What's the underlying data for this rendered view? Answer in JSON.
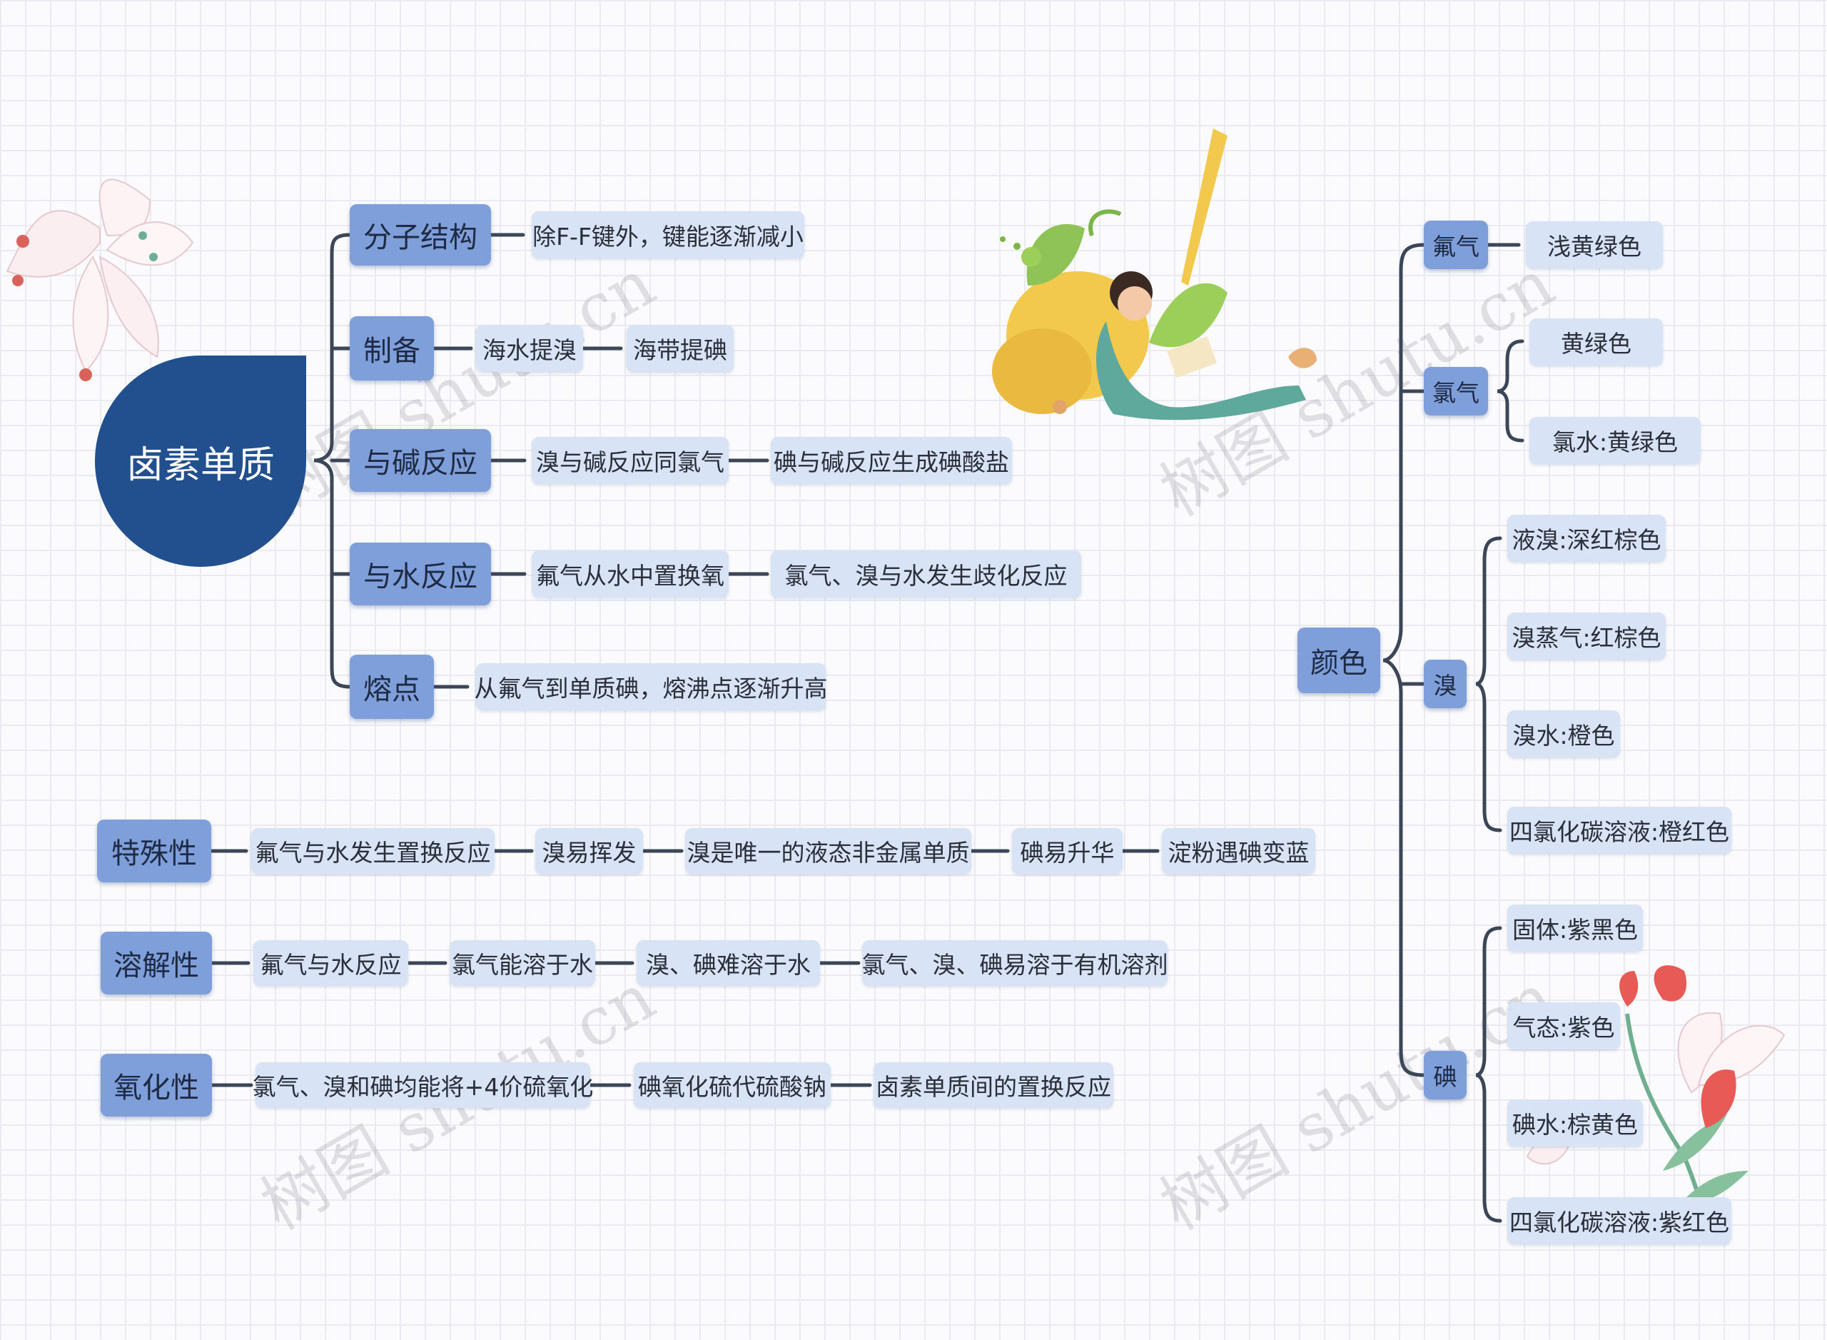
{
  "root": {
    "label": "卤素单质"
  },
  "branches": {
    "structure": {
      "label": "分子结构",
      "items": [
        "除F-F键外，键能逐渐减小"
      ]
    },
    "prep": {
      "label": "制备",
      "items": [
        "海水提溴",
        "海带提碘"
      ]
    },
    "alkali": {
      "label": "与碱反应",
      "items": [
        "溴与碱反应同氯气",
        "碘与碱反应生成碘酸盐"
      ]
    },
    "water": {
      "label": "与水反应",
      "items": [
        "氟气从水中置换氧",
        "氯气、溴与水发生歧化反应"
      ]
    },
    "melting": {
      "label": "熔点",
      "items": [
        "从氟气到单质碘，熔沸点逐渐升高"
      ]
    }
  },
  "special": {
    "label": "特殊性",
    "items": [
      "氟气与水发生置换反应",
      "溴易挥发",
      "溴是唯一的液态非金属单质",
      "碘易升华",
      "淀粉遇碘变蓝"
    ]
  },
  "solubility": {
    "label": "溶解性",
    "items": [
      "氟气与水反应",
      "氯气能溶于水",
      "溴、碘难溶于水",
      "氯气、溴、碘易溶于有机溶剂"
    ]
  },
  "oxidation": {
    "label": "氧化性",
    "items": [
      "氯气、溴和碘均能将+4价硫氧化",
      "碘氧化硫代硫酸钠",
      "卤素单质间的置换反应"
    ]
  },
  "color": {
    "label": "颜色",
    "fluorine": {
      "label": "氟气",
      "items": [
        "浅黄绿色"
      ]
    },
    "chlorine": {
      "label": "氯气",
      "items": [
        "黄绿色",
        "氯水:黄绿色"
      ]
    },
    "bromine": {
      "label": "溴",
      "items": [
        "液溴:深红棕色",
        "溴蒸气:红棕色",
        "溴水:橙色",
        "四氯化碳溶液:橙红色"
      ]
    },
    "iodine": {
      "label": "碘",
      "items": [
        "固体:紫黑色",
        "气态:紫色",
        "碘水:棕黄色",
        "四氯化碳溶液:紫红色"
      ]
    }
  },
  "watermark": "树图 shutu.cn",
  "colors": {
    "root": "#22508f",
    "branch": "#7e9fd9",
    "leaf": "#d8e3f5",
    "line": "#3b4658"
  }
}
